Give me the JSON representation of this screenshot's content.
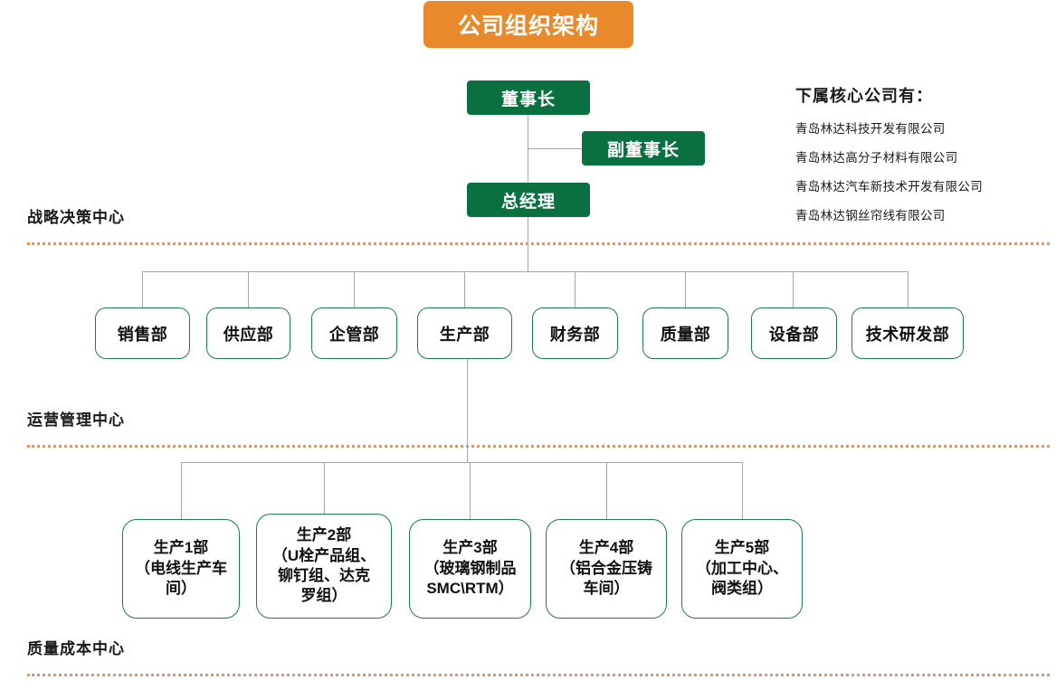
{
  "title": "公司组织架构",
  "colors": {
    "title_bg": "#E8892B",
    "exec_box_bg": "#0B7040",
    "dept_border": "#1E7B4D",
    "connector": "#A6A6A6",
    "separator": "#E8945A",
    "text": "#111111"
  },
  "executives": [
    {
      "label": "董事长"
    },
    {
      "label": "副董事长"
    },
    {
      "label": "总经理"
    }
  ],
  "zones": [
    {
      "label": "战略决策中心"
    },
    {
      "label": "运营管理中心"
    },
    {
      "label": "质量成本中心"
    }
  ],
  "departments": [
    {
      "label": "销售部"
    },
    {
      "label": "供应部"
    },
    {
      "label": "企管部"
    },
    {
      "label": "生产部"
    },
    {
      "label": "财务部"
    },
    {
      "label": "质量部"
    },
    {
      "label": "设备部"
    },
    {
      "label": "技术研发部"
    }
  ],
  "production_units": [
    {
      "line1": "生产1部",
      "line2": "（电线生产车",
      "line3": "间）"
    },
    {
      "line1": "生产2部",
      "line2": "（U栓产品组、",
      "line3": "铆钉组、达克",
      "line4": "罗组）"
    },
    {
      "line1": "生产3部",
      "line2": "（玻璃钢制品",
      "line3": "SMC\\RTM）"
    },
    {
      "line1": "生产4部",
      "line2": "（铝合金压铸",
      "line3": "车间）"
    },
    {
      "line1": "生产5部",
      "line2": "（加工中心、",
      "line3": "阀类组）"
    }
  ],
  "subsidiaries": {
    "heading": "下属核心公司有：",
    "items": [
      "青岛林达科技开发有限公司",
      "青岛林达高分子材料有限公司",
      "青岛林达汽车新技术开发有限公司",
      "青岛林达钢丝帘线有限公司"
    ]
  }
}
